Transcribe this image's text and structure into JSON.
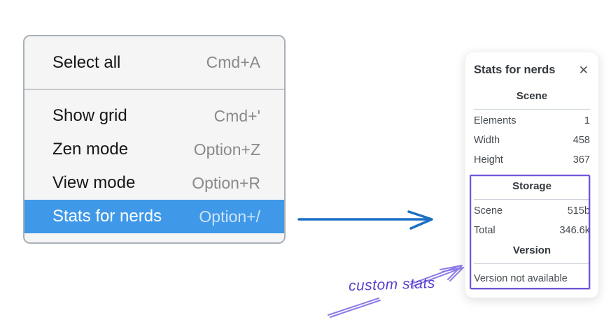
{
  "menu": {
    "highlight_color": "#3f99e8",
    "items": [
      {
        "label": "Select all",
        "shortcut": "Cmd+A",
        "highlighted": false
      },
      {
        "label": "Show grid",
        "shortcut": "Cmd+'",
        "highlighted": false
      },
      {
        "label": "Zen mode",
        "shortcut": "Option+Z",
        "highlighted": false
      },
      {
        "label": "View mode",
        "shortcut": "Option+R",
        "highlighted": false
      },
      {
        "label": "Stats for nerds",
        "shortcut": "Option+/",
        "highlighted": true
      }
    ]
  },
  "stats_panel": {
    "title": "Stats for nerds",
    "close_glyph": "✕",
    "sections": [
      {
        "header": "Scene",
        "rows": [
          {
            "label": "Elements",
            "value": "1"
          },
          {
            "label": "Width",
            "value": "458"
          },
          {
            "label": "Height",
            "value": "367"
          }
        ]
      },
      {
        "header": "Storage",
        "rows": [
          {
            "label": "Scene",
            "value": "515b"
          },
          {
            "label": "Total",
            "value": "346.6k"
          }
        ]
      },
      {
        "header": "Version",
        "note": "Version not available"
      }
    ]
  },
  "annotation": {
    "label": "custom stats",
    "text_color": "#5b3fc8",
    "arrow_color": "#8d7ae6",
    "box_color": "#6f54d8"
  },
  "pointer_arrow": {
    "color": "#1b6fc4"
  }
}
